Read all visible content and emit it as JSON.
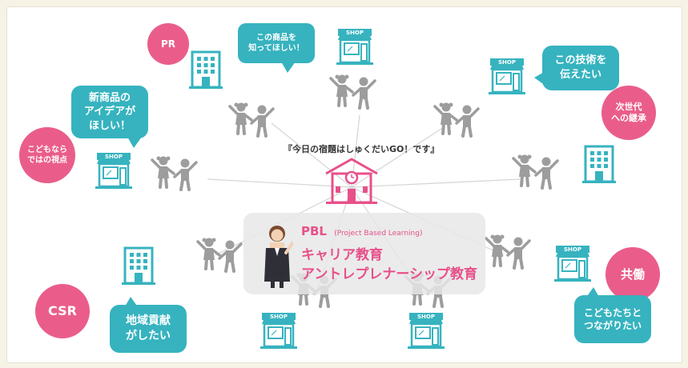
{
  "colors": {
    "teal": "#36b3bf",
    "pink": "#ea5d8a",
    "gray": "#9d9d9d",
    "school": "#e8508a"
  },
  "center": {
    "homework_text": "『今日の宿題はしゅくだいGO！です』",
    "pbl_label": "PBL",
    "pbl_sub": "(Project Based Learning)",
    "career": "キャリア教育",
    "entre": "アントレプレナーシップ教育"
  },
  "bubbles": {
    "pr": "PR",
    "know_product": "この商品を\n知ってほしい！",
    "new_idea": "新商品の\nアイデアが\nほしい！",
    "child_view": "こどもなら\nではの視点",
    "tech": "この技術を\n伝えたい",
    "next_gen": "次世代\nへの継承",
    "csr": "CSR",
    "community": "地域貢献\nがしたい",
    "kyodo": "共働",
    "connect": "こどもたちと\nつながりたい"
  },
  "shop_label": "SHOP",
  "icons": [
    "school-icon",
    "teacher-icon",
    "shop-icon",
    "office-building-icon",
    "children-icon"
  ]
}
